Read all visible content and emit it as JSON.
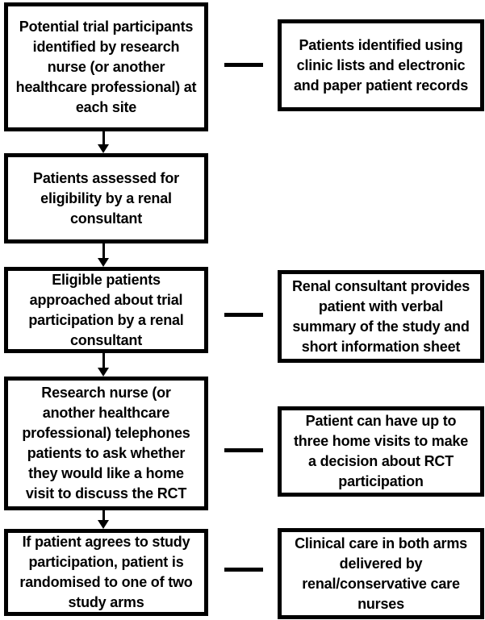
{
  "diagram": {
    "type": "flowchart",
    "colors": {
      "border": "#000000",
      "background": "#ffffff",
      "text": "#000000"
    },
    "left_column": [
      {
        "text": "Potential trial participants identified by research nurse (or another healthcare professional) at each site"
      },
      {
        "text": "Patients assessed for eligibility by a renal consultant"
      },
      {
        "text": "Eligible patients approached about trial participation by a renal consultant"
      },
      {
        "text": "Research nurse (or another healthcare professional) telephones patients to ask whether they would like a home visit to discuss the RCT"
      },
      {
        "text": "If patient agrees to study participation, patient is randomised to one of two study arms"
      }
    ],
    "right_column": [
      {
        "text": "Patients identified using clinic lists and electronic and paper patient records"
      },
      {
        "text": "Renal consultant provides patient with verbal summary of the study and short information sheet"
      },
      {
        "text": "Patient can have up to three home visits to make a decision about RCT participation"
      },
      {
        "text": "Clinical care in both arms delivered by renal/conservative care nurses"
      }
    ]
  }
}
